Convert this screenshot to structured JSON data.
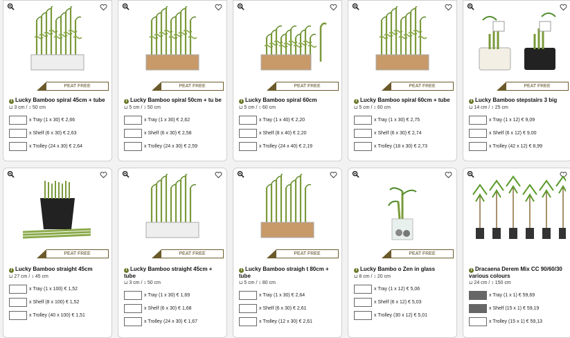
{
  "peat_label": "PEAT FREE",
  "products": [
    {
      "title": "Lucky Bamboo spiral 45cm + tube",
      "dims": "3 cm / ↕ 50 cm",
      "peat": true,
      "rows": [
        {
          "label": "x Tray (1 x 30) € 2,66",
          "filled": false
        },
        {
          "label": "x Shelf (6 x 30) € 2,63",
          "filled": false
        },
        {
          "label": "x Trolley (24 x 30) € 2,64",
          "filled": false
        }
      ]
    },
    {
      "title": "Lucky Bamboo spiral 50cm + tu be",
      "dims": "5 cm / ↕ 50 cm",
      "peat": true,
      "rows": [
        {
          "label": "x Tray (1 x 30) € 2,62",
          "filled": false
        },
        {
          "label": "x Shelf (6 x 30) € 2,58",
          "filled": false
        },
        {
          "label": "x Trolley (24 x 30) € 2,59",
          "filled": false
        }
      ]
    },
    {
      "title": "Lucky Bamboo spiral 60cm",
      "dims": "5 cm / ↕ 60 cm",
      "peat": true,
      "rows": [
        {
          "label": "x Tray (1 x 40) € 2,20",
          "filled": false
        },
        {
          "label": "x Shelf (8 x 40) € 2,20",
          "filled": false
        },
        {
          "label": "x Trolley (24 x 40) € 2,19",
          "filled": false
        }
      ]
    },
    {
      "title": "Lucky Bamboo spiral 60cm + tube",
      "dims": "5 cm / ↕ 60 cm",
      "peat": true,
      "rows": [
        {
          "label": "x Tray (1 x 30) € 2,75",
          "filled": false
        },
        {
          "label": "x Shelf (6 x 30) € 2,74",
          "filled": false
        },
        {
          "label": "x Trolley (18 x 30) € 2,73",
          "filled": false
        }
      ]
    },
    {
      "title": "Lucky Bamboo stepstairs 3 big",
      "dims": "14 cm / ↕ 25 cm",
      "peat": true,
      "rows": [
        {
          "label": "x Tray (1 x 12) € 9,09",
          "filled": false
        },
        {
          "label": "x Shelf (6 x 12) € 9,00",
          "filled": false
        },
        {
          "label": "x Trolley (42 x 12) € 8,99",
          "filled": false
        }
      ]
    },
    {
      "title": "Lucky Bamboo straight 45cm",
      "dims": "27 cm / ↕ 45 cm",
      "peat": true,
      "rows": [
        {
          "label": "x Tray (1 x 100) € 1,52",
          "filled": false
        },
        {
          "label": "x Shelf (8 x 100) € 1,52",
          "filled": false
        },
        {
          "label": "x Trolley (40 x 100) € 1,51",
          "filled": false
        }
      ]
    },
    {
      "title": "Lucky Bamboo straight 45cm + tube",
      "dims": "3 cm / ↕ 50 cm",
      "peat": true,
      "rows": [
        {
          "label": "x Tray (1 x 30) € 1,69",
          "filled": false
        },
        {
          "label": "x Shelf (6 x 30) € 1,68",
          "filled": false
        },
        {
          "label": "x Trolley (24 x 30) € 1,67",
          "filled": false
        }
      ]
    },
    {
      "title": "Lucky Bamboo straigh t 80cm + tube",
      "dims": "5 cm / ↕ 80 cm",
      "peat": true,
      "rows": [
        {
          "label": "x Tray (1 x 30) € 2,64",
          "filled": false
        },
        {
          "label": "x Shelf (6 x 30) € 2,61",
          "filled": false
        },
        {
          "label": "x Trolley (12 x 30) € 2,61",
          "filled": false
        }
      ]
    },
    {
      "title": "Lucky Bambo o Zen in glass",
      "dims": "8 cm / ↕ 20 cm",
      "peat": true,
      "rows": [
        {
          "label": "x Tray (1 x 12) € 5,06",
          "filled": false
        },
        {
          "label": "x Shelf (6 x 12) € 5,03",
          "filled": false
        },
        {
          "label": "x Trolley (30 x 12) € 5,01",
          "filled": false
        }
      ]
    },
    {
      "title": "Dracaena Derem Mix CC 90/60/30 various colours",
      "dims": "24 cm / ↕ 150 cm",
      "peat": false,
      "rows": [
        {
          "label": "x Tray (1 x 1) € 59,69",
          "filled": true
        },
        {
          "label": "x Shelf (15 x 1) € 59,19",
          "filled": true
        },
        {
          "label": "x Trolley (15 x 1) € 59,13",
          "filled": false
        }
      ]
    }
  ]
}
